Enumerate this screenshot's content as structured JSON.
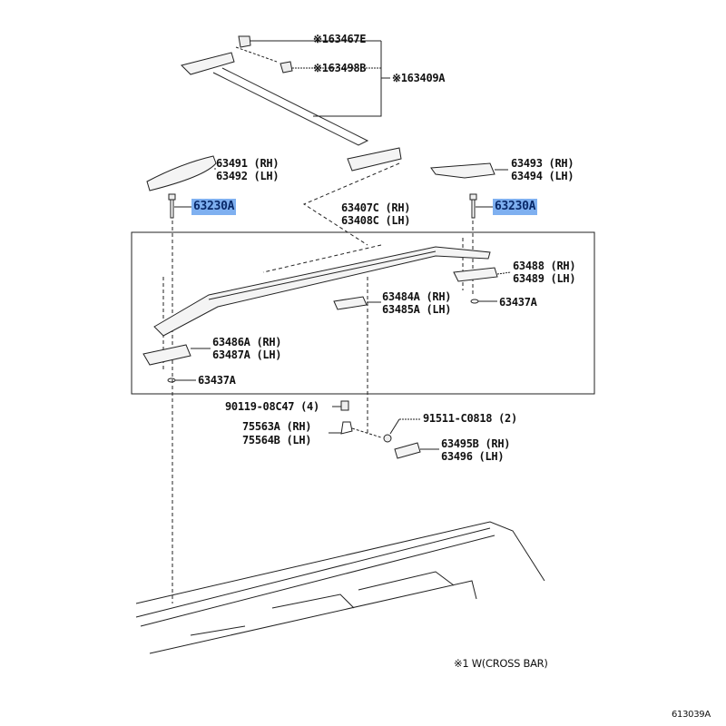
{
  "labels": {
    "p163467e": "※163467E",
    "p163498b": "※163498B",
    "p163409a": "※163409A",
    "p63491": "63491 (RH)",
    "p63492": "63492 (LH)",
    "p63493": "63493 (RH)",
    "p63494": "63494 (LH)",
    "p63230a_left": "63230A",
    "p63230a_right": "63230A",
    "p63407c": "63407C (RH)",
    "p63408c": "63408C (LH)",
    "p63488": "63488 (RH)",
    "p63489": "63489 (LH)",
    "p63484a": "63484A (RH)",
    "p63485a": "63485A (LH)",
    "p63437a_right": "63437A",
    "p63486a": "63486A (RH)",
    "p63487a": "63487A (LH)",
    "p63437a_left": "63437A",
    "p90119": "90119-08C47 (4)",
    "p91511": "91511-C0818 (2)",
    "p75563a": "75563A (RH)",
    "p75564b": "75564B (LH)",
    "p63495b": "63495B (RH)",
    "p63496": "63496 (LH)"
  },
  "footnote": "※1  W(CROSS BAR)",
  "diagram_id": "613039A",
  "highlight_color": "#7fb0f0"
}
